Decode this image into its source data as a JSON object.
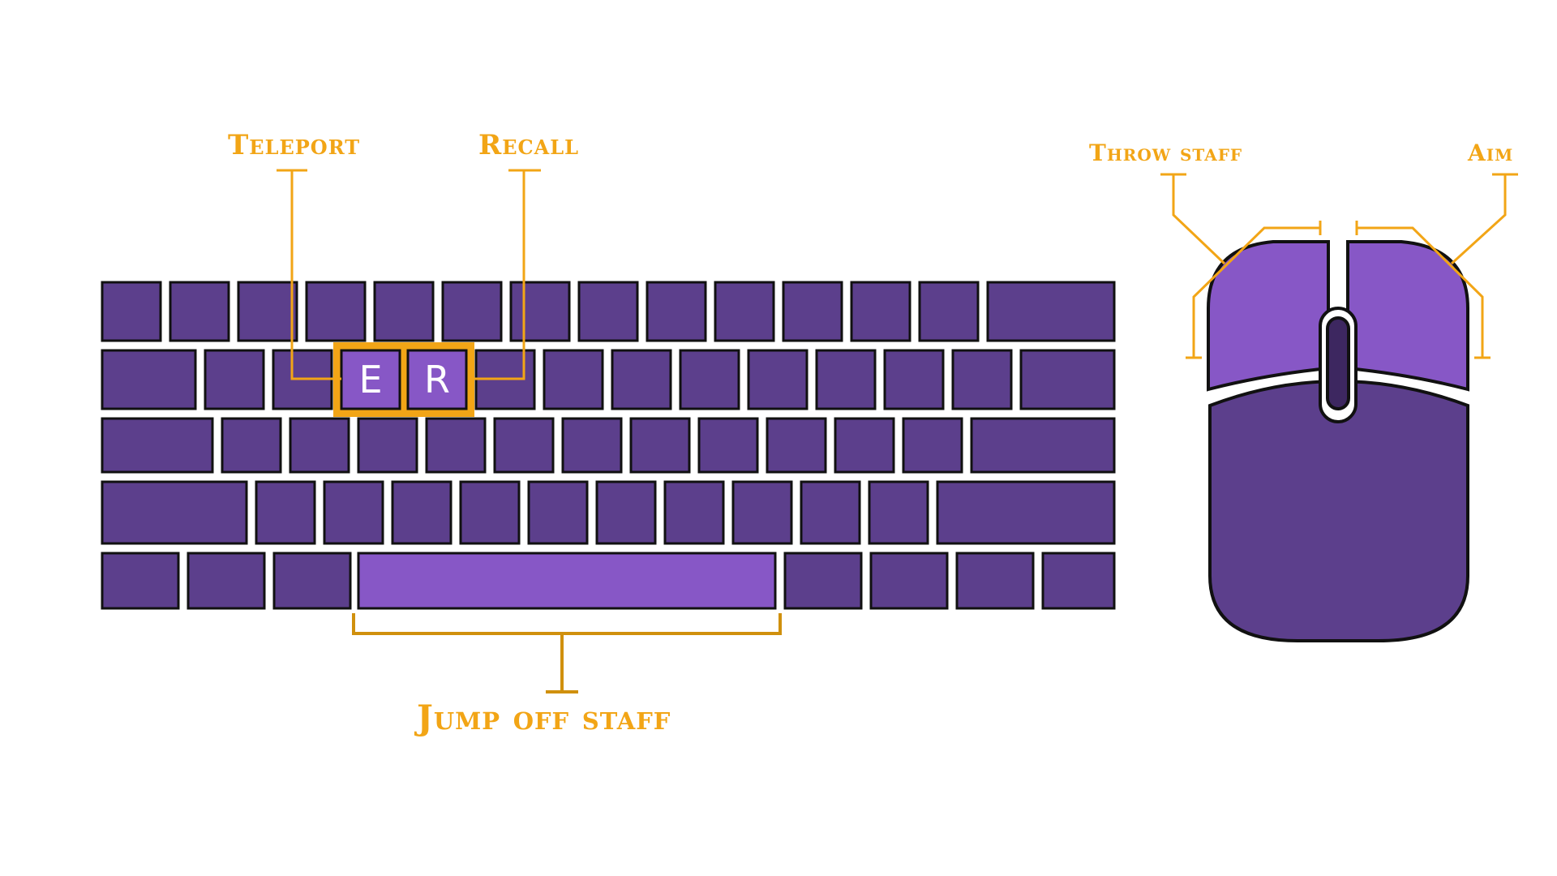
{
  "labels": {
    "teleport": "Teleport",
    "recall": "Recall",
    "jump": "Jump off staff",
    "throw": "Throw staff",
    "aim": "Aim"
  },
  "keycaps": {
    "e": "E",
    "r": "R"
  },
  "colors": {
    "key": "#5c3f8c",
    "key_highlight": "#8757c6",
    "mouse_button": "#8757c6",
    "mouse_body": "#5c3f8c",
    "scroll_wheel": "#3d2760",
    "annotation": "#f2a516",
    "outline": "#111111"
  }
}
